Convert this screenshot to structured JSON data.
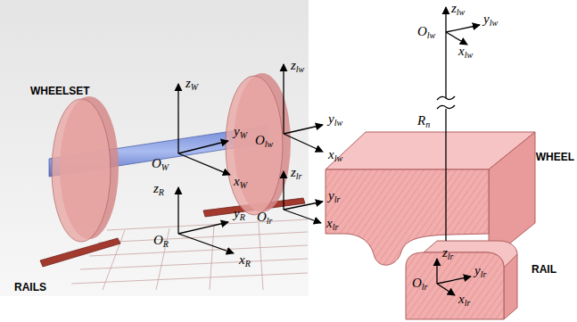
{
  "diagram": {
    "labels": [
      "WHEELSET",
      "zW",
      "zlw",
      "yW",
      "OW",
      "Olw",
      "ylw",
      "xlw",
      "xW",
      "zR",
      "zlr",
      "yR",
      "ylr",
      "OR",
      "Olr",
      "xlr",
      "xR",
      "RAILS",
      "zlw",
      "Olw",
      "ylw",
      "xlw",
      "Rn",
      "WHEEL",
      "zlr",
      "ylr",
      "Olr",
      "xlr",
      "RAIL"
    ]
  }
}
